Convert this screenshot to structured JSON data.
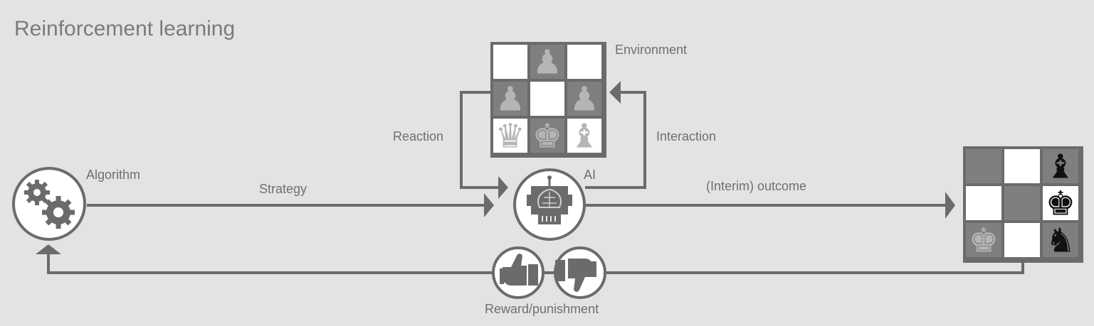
{
  "title": "Reinforcement learning",
  "labels": {
    "environment": "Environment",
    "reaction": "Reaction",
    "interaction": "Interaction",
    "algorithm": "Algorithm",
    "strategy": "Strategy",
    "ai": "AI",
    "outcome": "(Interim) outcome",
    "reward": "Reward/punishment"
  },
  "icons": {
    "algorithm": "gears-icon",
    "ai": "robot-brain-icon",
    "reward": "thumbs-up-icon",
    "punishment": "thumbs-down-icon",
    "environment_board": "chess-board-icon",
    "outcome_board": "chess-board-icon"
  },
  "environment_board": {
    "rows": [
      [
        "",
        "♟",
        ""
      ],
      [
        "♟",
        "",
        "♟"
      ],
      [
        "♛",
        "♚",
        "♝"
      ]
    ]
  },
  "outcome_board": {
    "rows": [
      [
        "",
        "",
        "♝"
      ],
      [
        "",
        "",
        "♚"
      ],
      [
        "♚",
        "",
        "♞"
      ]
    ]
  },
  "colors": {
    "background": "#e3e3e4",
    "line": "#6b6b6b",
    "dark_square": "#7f7f7f",
    "light_square": "#ffffff",
    "light_piece": "#b5b5b5",
    "dark_piece": "#111111",
    "text": "#6f6f6f"
  }
}
